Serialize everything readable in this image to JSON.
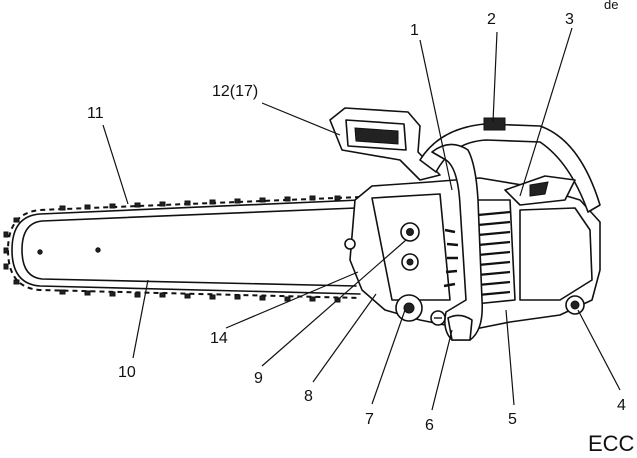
{
  "figure": {
    "corner_text_top": "de",
    "corner_text_bottom": "ECC",
    "callouts": {
      "c1": "1",
      "c2": "2",
      "c3": "3",
      "c4": "4",
      "c5": "5",
      "c6": "6",
      "c7": "7",
      "c8": "8",
      "c9": "9",
      "c10": "10",
      "c11": "11",
      "c12": "12(17)",
      "c14": "14"
    }
  }
}
